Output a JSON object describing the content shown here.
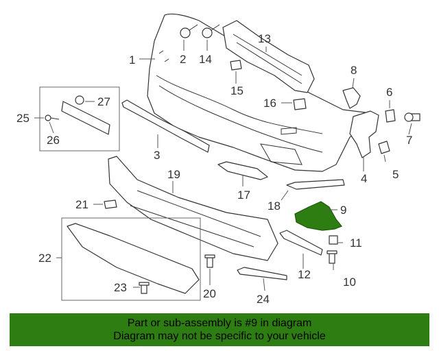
{
  "callouts": {
    "c1": "1",
    "c2": "2",
    "c3": "3",
    "c4": "4",
    "c5": "5",
    "c6": "6",
    "c7": "7",
    "c8": "8",
    "c9": "9",
    "c10": "10",
    "c11": "11",
    "c12": "12",
    "c13": "13",
    "c14": "14",
    "c15": "15",
    "c16": "16",
    "c17": "17",
    "c18": "18",
    "c19": "19",
    "c20": "20",
    "c21": "21",
    "c22": "22",
    "c23": "23",
    "c24": "24",
    "c25": "25",
    "c26": "26",
    "c27": "27"
  },
  "highlight": {
    "part_number": "9",
    "color": "#2e7d12"
  },
  "banner": {
    "line1": "Part or sub-assembly is #9 in diagram",
    "line2": "Diagram may not be specific to your vehicle",
    "background": "#2e7d12"
  }
}
